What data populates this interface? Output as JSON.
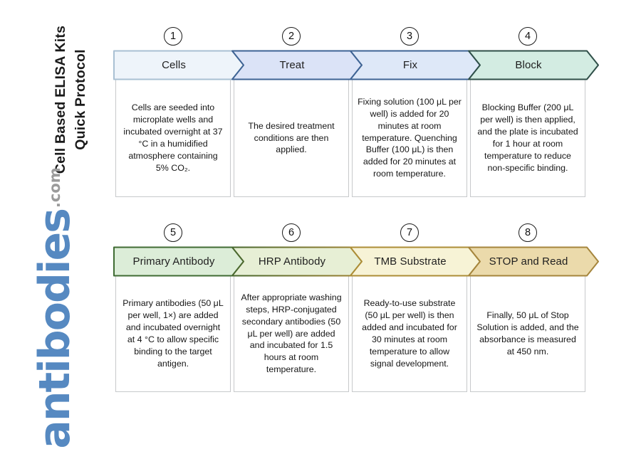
{
  "branding": {
    "vertical_title_line1": "Cell Based ELISA Kits",
    "vertical_title_line2": "Quick Protocol",
    "logo_text": "antibodies",
    "logo_suffix": ".com",
    "logo_color": "#5689c1",
    "logo_suffix_color": "#9b9b9b"
  },
  "phases": [
    {
      "steps": [
        {
          "number": "1",
          "label": "Cells",
          "fill": "#eef4fa",
          "border": "#a9c0d3",
          "description": "Cells are seeded into microplate wells and incubated overnight at 37 °C in a humidified atmosphere containing 5% CO₂."
        },
        {
          "number": "2",
          "label": "Treat",
          "fill": "#dbe3f7",
          "border": "#3e6394",
          "description": "The desired treatment conditions are then applied."
        },
        {
          "number": "3",
          "label": "Fix",
          "fill": "#dee8f8",
          "border": "#3e6394",
          "description": "Fixing solution (100 μL per well) is added for 20 minutes at room temperature. Quenching Buffer (100 μL) is then added for 20 minutes at room temperature."
        },
        {
          "number": "4",
          "label": "Block",
          "fill": "#d3ece2",
          "border": "#2f4f48",
          "description": "Blocking Buffer (200 μL per well) is then applied, and the plate is incubated for 1 hour at room temperature to reduce non-specific binding."
        }
      ]
    },
    {
      "steps": [
        {
          "number": "5",
          "label": "Primary Antibody",
          "fill": "#dcedd8",
          "border": "#3f6b33",
          "description": "Primary antibodies (50 μL per well, 1×) are added and incubated overnight at 4 °C to allow specific binding to the target antigen."
        },
        {
          "number": "6",
          "label": "HRP Antibody",
          "fill": "#e7efd5",
          "border": "#47672e",
          "border_end": "#a08433",
          "description": "After appropriate washing steps, HRP-conjugated secondary antibodies (50 μL per well) are added and incubated for 1.5 hours at room temperature."
        },
        {
          "number": "7",
          "label": "TMB Substrate",
          "fill": "#f7f3d6",
          "border": "#ac8d36",
          "description": "Ready-to-use substrate (50 μL per well) is then added and incubated for 30 minutes at room temperature to allow signal development."
        },
        {
          "number": "8",
          "label": "STOP and Read",
          "fill": "#ebdaab",
          "border": "#a5853c",
          "description": "Finally, 50 μL of Stop Solution is added, and the absorbance is measured at 450 nm."
        }
      ]
    }
  ]
}
